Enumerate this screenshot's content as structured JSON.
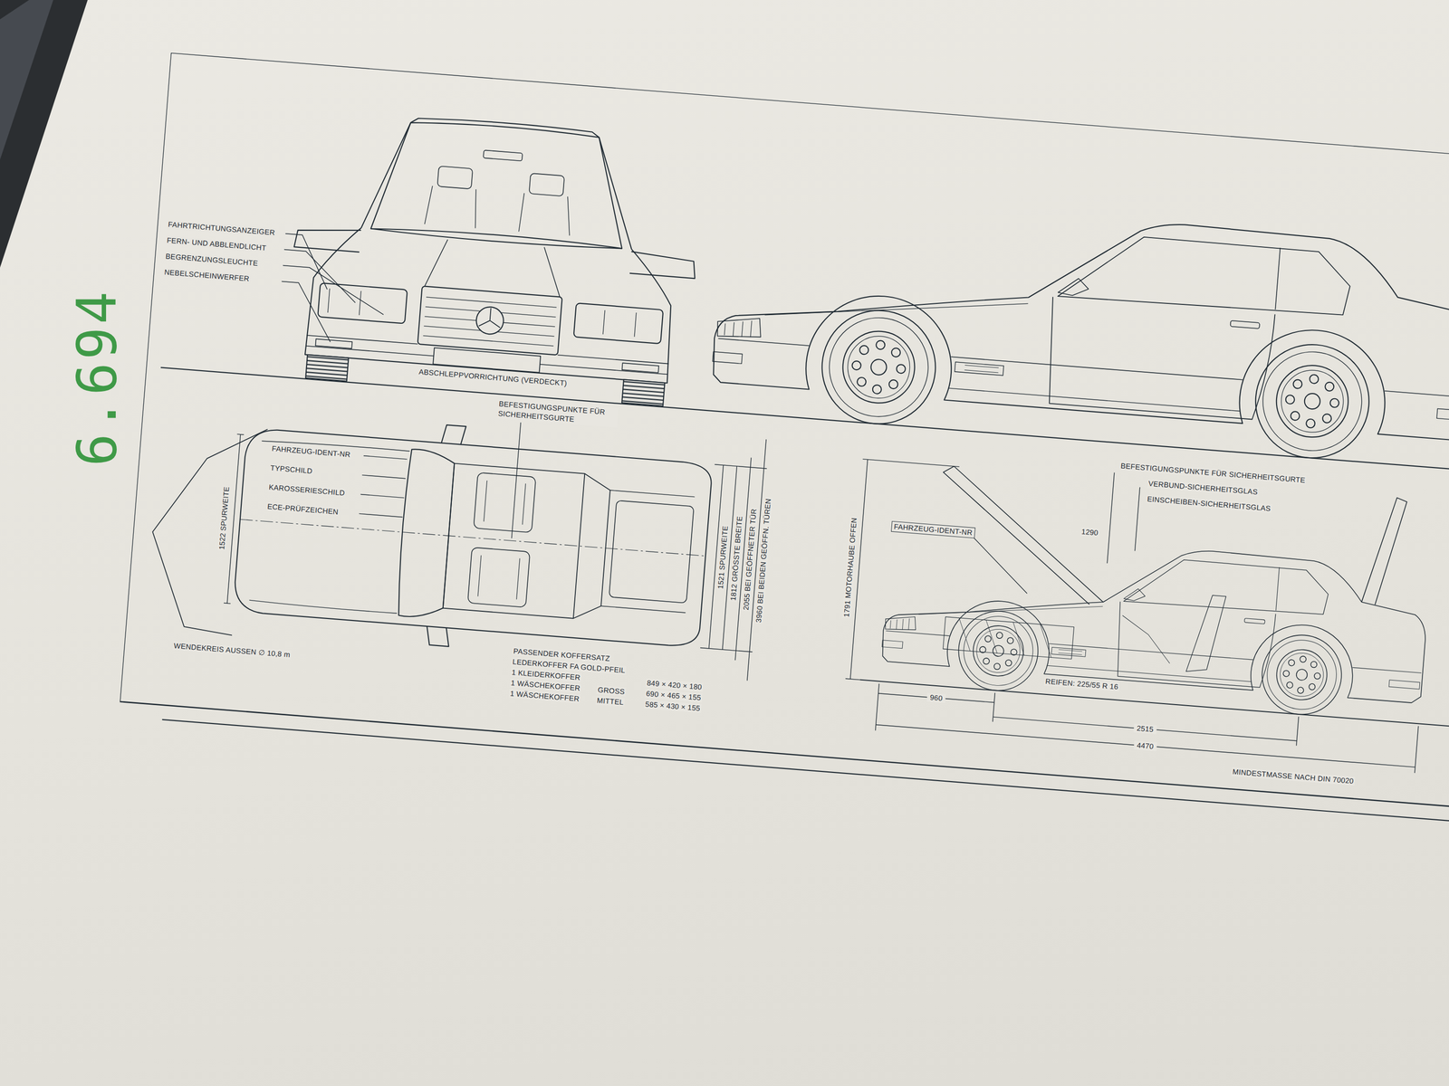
{
  "diagram": {
    "labels": [
      "FAHRTRICHTUNGSANZEIGER",
      "FERN- UND ABBLENDLICHT",
      "BEGRENZUNGSLEUCHTE",
      "NEBELSCHEINWERFER",
      "ABSCHLEPPVORRICHTUNG (VERDECKT)",
      "BEFESTIGUNGSPUNKTE FÜR SICHERHEITSGURTE",
      "FAHRZEUG-IDENT-NR",
      "TYPSCHILD",
      "KAROSSERIESCHILD",
      "ECE-PRÜFZEICHEN",
      "1522 SPURWEITE",
      "WENDEKREIS AUSSEN ∅ 10,8 m",
      "1521 SPURWEITE",
      "1812 GRÖSSTE BREITE",
      "2055 BEI GEÖFFNETER TÜR",
      "3960 BEI BEIDEN GEÖFFN. TÜREN",
      "PASSENDER KOFFERSATZ",
      "LEDERKOFFER FA GOLD-PFEIL",
      "1 KLEIDERKOFFER",
      "849 × 420 × 180",
      "1 WÄSCHEKOFFER",
      "GROSS",
      "690 × 465 × 155",
      "1 WÄSCHEKOFFER",
      "MITTEL",
      "585 × 430 × 155",
      "BEFESTIGUNGSPUNKTE FÜR SICHERHEITSGURTE",
      "VERBUND-SICHERHEITSGLAS",
      "EINSCHEIBEN-SICHERHEITSGLAS",
      "FAHRZEUG-IDENT-NR",
      "1290",
      "1791 MOTORHAUBE OFFEN",
      "REIFEN: 225/55 R 16",
      "960",
      "2515",
      "4470",
      "MINDESTMASSE NACH DIN 70020",
      "6.694"
    ]
  }
}
